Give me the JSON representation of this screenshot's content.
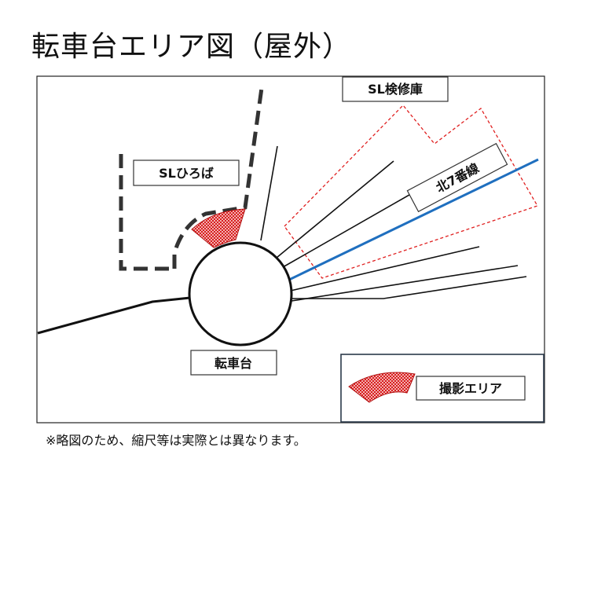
{
  "title": "転車台エリア図（屋外）",
  "labels": {
    "sl_depot": "SL検修庫",
    "sl_plaza": "SLひろば",
    "track_n7": "北7番線",
    "turntable": "転車台"
  },
  "legend": {
    "label": "撮影エリア"
  },
  "note": "※略図のため、縮尺等は実際とは異なります。",
  "colors": {
    "highlight_track": "#1f6fbf",
    "depot_outline": "#e02020",
    "photo_area": "#d81e1e"
  }
}
